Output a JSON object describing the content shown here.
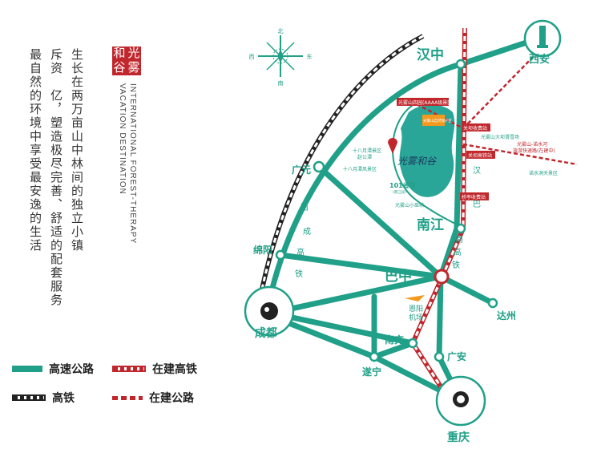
{
  "brand": {
    "seal_text": "光和谷雾",
    "english": [
      "INTERNATIONAL FOREST-THERAPY",
      "VACATION DESTINATION"
    ]
  },
  "intro": {
    "lines": [
      "生长在两万亩山中林间的独立小镇",
      "斥资　亿，塑造极尽完善、舒适的配套服务",
      "最自然的环境中享受最安逸的生活"
    ]
  },
  "compass": {
    "n": "北",
    "s": "南",
    "w": "西",
    "e": "东"
  },
  "cities": {
    "hanzhong": "汉中",
    "xian": "西安",
    "guangyuan": "广元",
    "mianyang": "绵阳",
    "chengdu": "成都",
    "nanjiang": "南江",
    "bazhong": "巴中",
    "dazhou": "达州",
    "nanchong": "南充",
    "suining": "遂宁",
    "guangan": "广安",
    "chongqing": "重庆"
  },
  "airport": {
    "line1": "恩阳",
    "line2": "机场"
  },
  "route_chars": {
    "han_ba_nan_gao_tie": [
      "汉",
      "巴",
      "南",
      "高",
      "铁"
    ],
    "xi_cheng": [
      "西",
      "成",
      "高",
      "铁"
    ]
  },
  "poi": {
    "park_label": "光雾山四园(AAAA级景区)",
    "orange_label": "光雾山自然保护区",
    "toll_meiling": "关坝收费站",
    "toll_station_hsr": "关坝高铁站",
    "toll_qiaoting": "桥亭收费站",
    "dabashan": "光雾山大坝滑雪场",
    "expressway": [
      "光雾山-诺水河",
      "旅游快速路(在建中)"
    ],
    "nuoshui": "诺水洞天景区",
    "shibayue_1": "十八月潭景区",
    "shibayue_1b": "赵公潭",
    "shibayue_2": "十八月潭风景区",
    "resort101": "101省道",
    "resort101_sub": "(南江段)",
    "xiaosanxia": "光雾山小巫峡",
    "project_name": "光雾和谷"
  },
  "legend": [
    {
      "label": "高速公路",
      "type": "highway",
      "color": "#20a088"
    },
    {
      "label": "在建高铁",
      "type": "hsr-construction",
      "color": "#c0272d"
    },
    {
      "label": "高铁",
      "type": "hsr",
      "color": "#222222"
    },
    {
      "label": "在建公路",
      "type": "road-construction",
      "color": "#c0272d"
    }
  ],
  "colors": {
    "teal": "#20a088",
    "red": "#c0272d",
    "lake": "#2aa699"
  }
}
